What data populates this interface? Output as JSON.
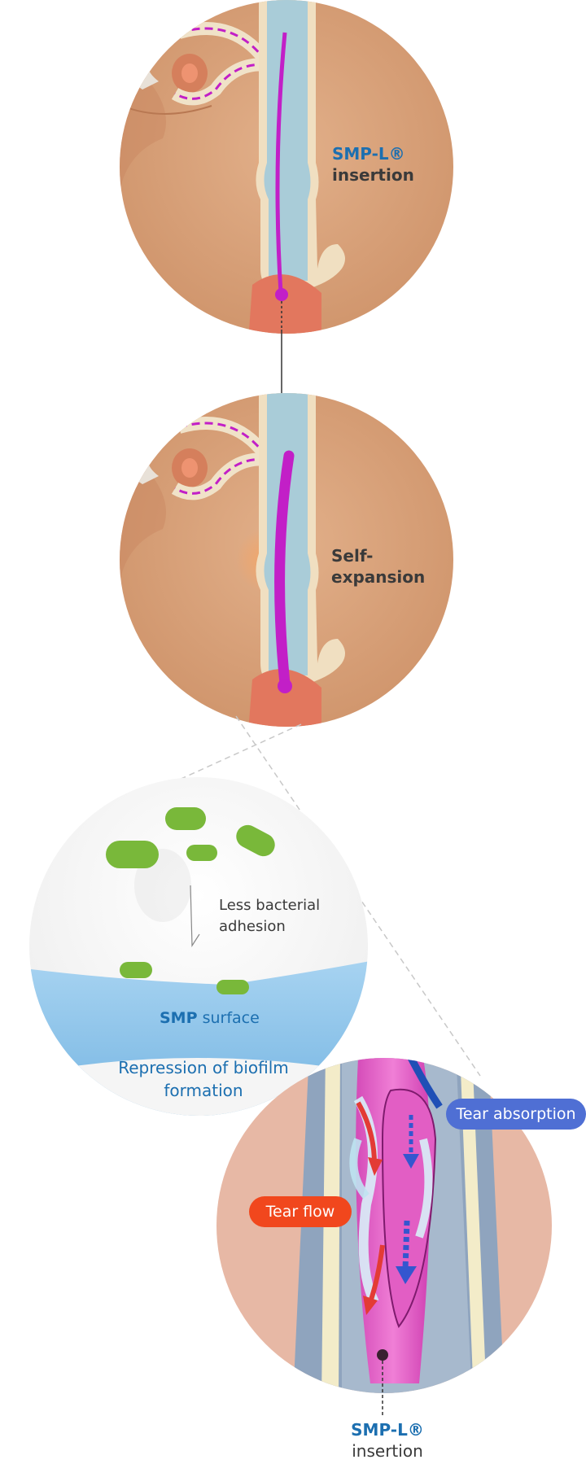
{
  "panel1": {
    "brand": "SMP-L®",
    "action": "insertion"
  },
  "panel2": {
    "line1": "Self-",
    "line2": "expansion"
  },
  "panel3": {
    "note_line1": "Less  bacterial",
    "note_line2": "adhesion",
    "surface_brand": "SMP",
    "surface_word": "surface",
    "caption_line1": "Repression of  biofilm",
    "caption_line2": "formation"
  },
  "panel4": {
    "tear_absorption": "Tear absorption",
    "tear_flow": "Tear flow",
    "brand": "SMP-L®",
    "action": "insertion"
  },
  "colors": {
    "tissue": "#d9a47c",
    "duct": "#a9ccd8",
    "stent": "#c21fc7",
    "bacteria": "#79b83a",
    "surface": "#8cc3e6",
    "brand_blue": "#1c6fb0",
    "tear_flow_pill": "#f1471d",
    "tear_absorption_pill": "#4f6fd4"
  }
}
